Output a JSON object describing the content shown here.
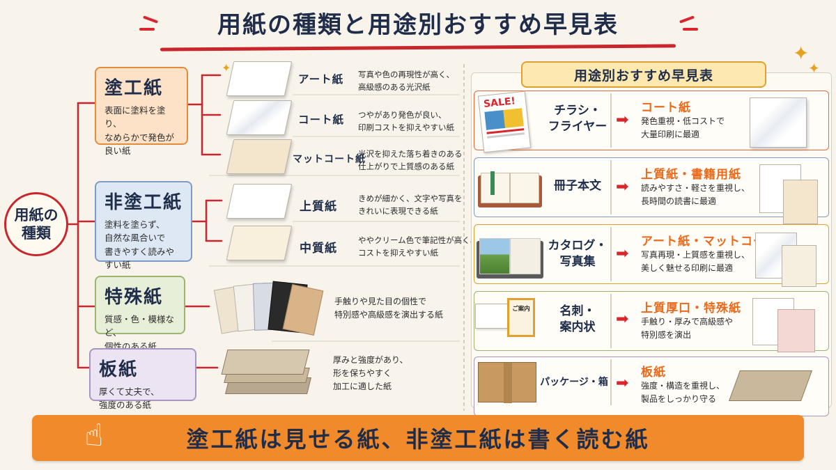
{
  "title": "用紙の種類と用途別おすすめ早見表",
  "root": {
    "line1": "用紙の",
    "line2": "種類"
  },
  "categories": {
    "coated": {
      "name": "塗工紙",
      "desc1": "表面に塗料を塗り、",
      "desc2": "なめらかで発色が良い紙"
    },
    "uncoated": {
      "name": "非塗工紙",
      "desc1": "塗料を塗らず、",
      "desc2": "自然な風合いで",
      "desc3": "書きやすく読みやすい紙"
    },
    "special": {
      "name": "特殊紙",
      "desc1": "質感・色・模様など、",
      "desc2": "個性のある紙"
    },
    "board": {
      "name": "板紙",
      "desc1": "厚くて丈夫で、",
      "desc2": "強度のある紙"
    }
  },
  "papers": [
    {
      "name": "アート紙",
      "desc1": "写真や色の再現性が高く、",
      "desc2": "高級感のある光沢紙"
    },
    {
      "name": "コート紙",
      "desc1": "つやがあり発色が良い、",
      "desc2": "印刷コストを抑えやすい紙"
    },
    {
      "name": "マットコート紙",
      "desc1": "光沢を抑えた落ち着きのある",
      "desc2": "仕上がりで上質感のある紙"
    },
    {
      "name": "上質紙",
      "desc1": "きめが細かく、文字や写真を",
      "desc2": "きれいに表現できる紙"
    },
    {
      "name": "中質紙",
      "desc1": "ややクリーム色で筆記性が高く、",
      "desc2": "コストを抑えやすい紙"
    }
  ],
  "special_desc": {
    "line1": "手触りや見た目の個性で",
    "line2": "特別感や高級感を演出する紙"
  },
  "board_desc": {
    "line1": "厚みと強度があり、",
    "line2": "形を保ちやすく",
    "line3": "加工に適した紙"
  },
  "right": {
    "heading": "用途別おすすめ早見表",
    "rows": [
      {
        "usage1": "チラシ・",
        "usage2": "フライヤー",
        "rec": "コート紙",
        "desc1": "発色重視・低コストで",
        "desc2": "大量印刷に最適",
        "color": "#e46a3c"
      },
      {
        "usage1": "冊子本文",
        "usage2": "",
        "rec": "上質紙・書籍用紙",
        "desc1": "読みやすさ・軽さを重視し、",
        "desc2": "長時間の読書に最適",
        "color": "#7d9cc4"
      },
      {
        "usage1": "カタログ・",
        "usage2": "写真集",
        "rec": "アート紙・マットコート",
        "desc1": "写真再現・上質感を重視し、",
        "desc2": "美しく魅せる印刷に最適",
        "color": "#e0a030"
      },
      {
        "usage1": "名刺・",
        "usage2": "案内状",
        "rec": "上質厚口・特殊紙",
        "desc1": "手触り・厚みで高級感や",
        "desc2": "特別感を演出",
        "color": "#9ab472"
      },
      {
        "usage1": "パッケージ・箱",
        "usage2": "",
        "rec": "板紙",
        "desc1": "強度・構造を重視し、",
        "desc2": "製品をしっかり守る",
        "color": "#a894c0"
      }
    ],
    "flyer_sale": "SALE!",
    "card_goannai": "ご案内"
  },
  "banner": "塗工紙は見せる紙、非塗工紙は書く読む紙"
}
